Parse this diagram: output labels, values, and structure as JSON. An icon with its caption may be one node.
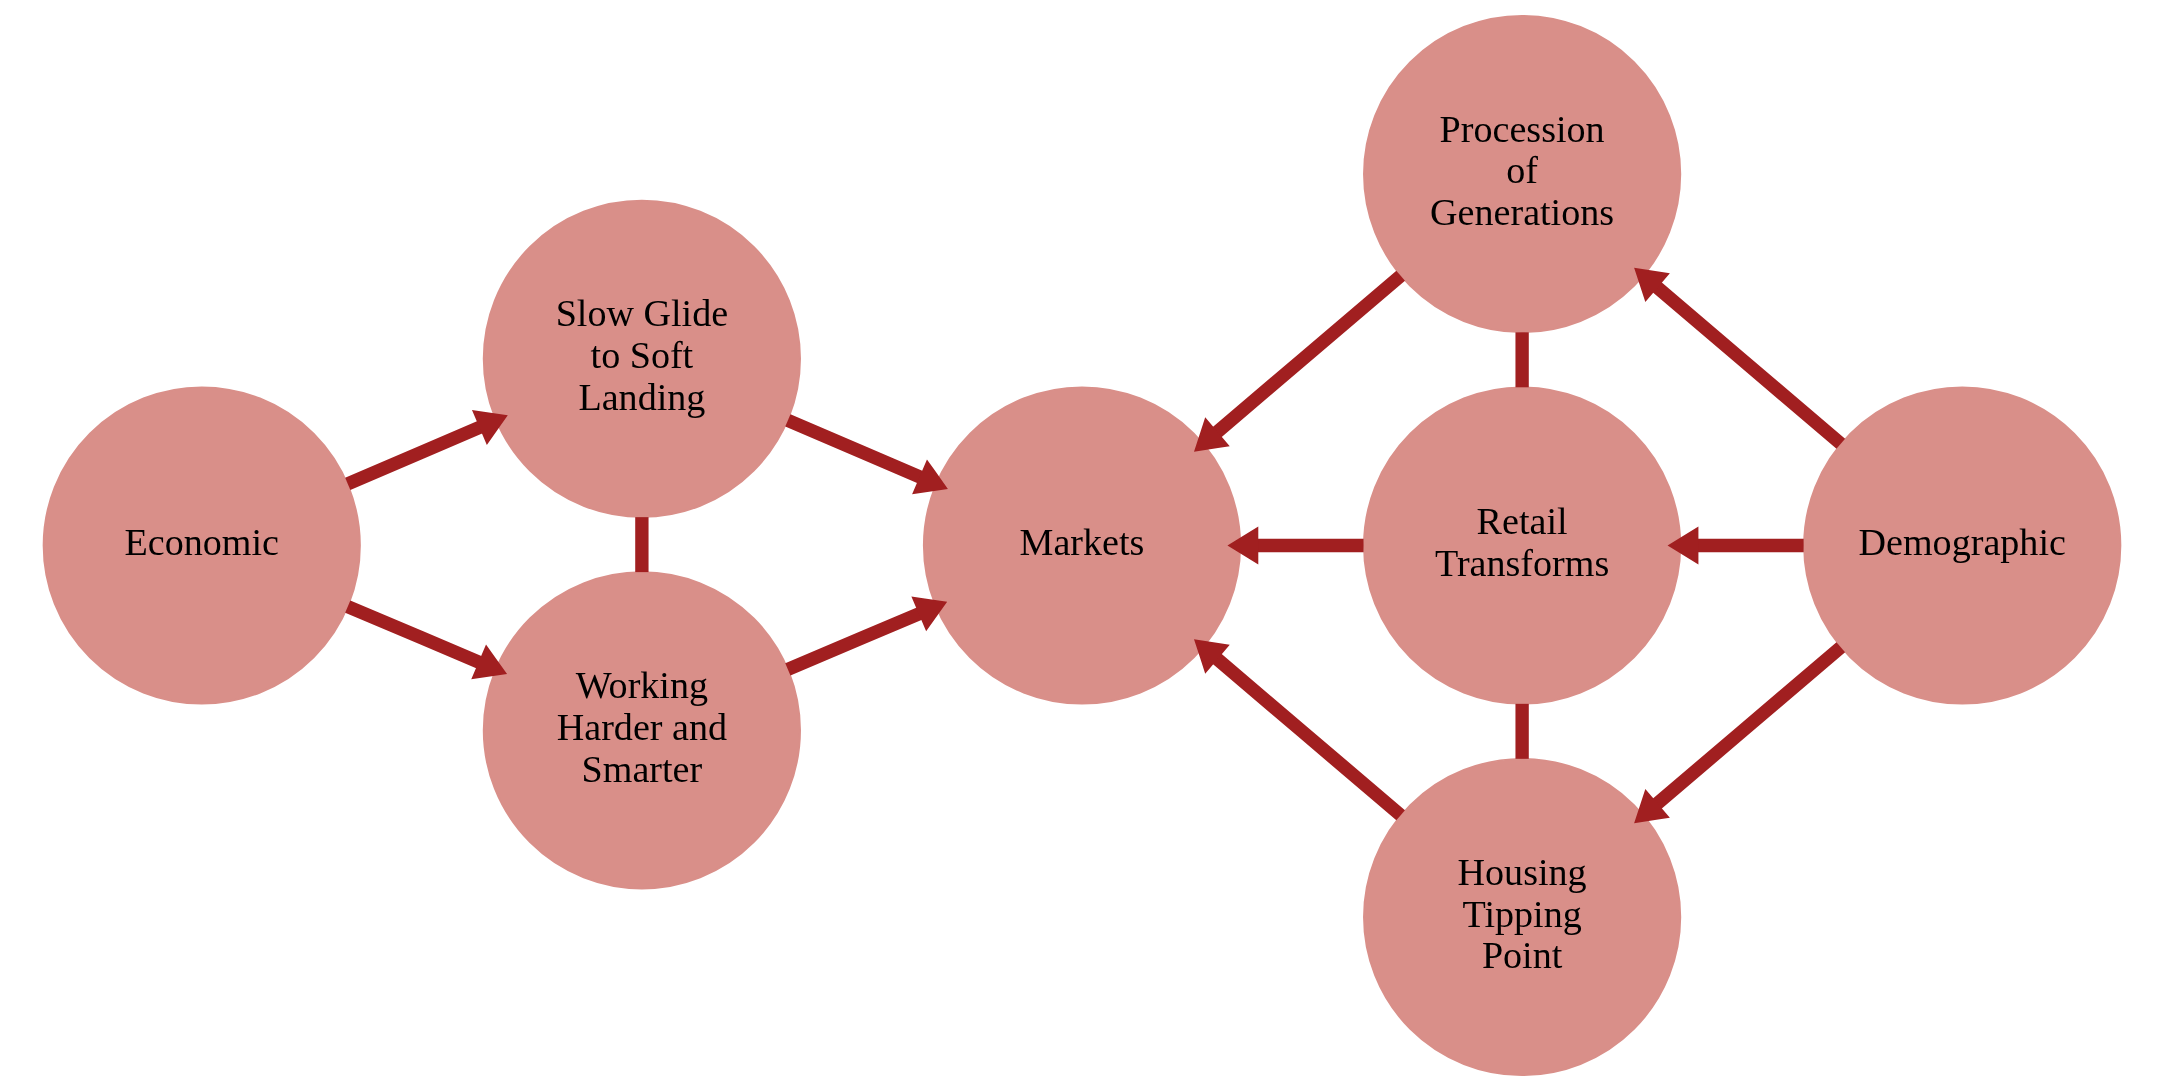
{
  "diagram": {
    "nodes": [
      {
        "text": [
          "Economic"
        ]
      },
      {
        "text": [
          "Slow Glide to Soft Landing"
        ]
      },
      {
        "text": [
          "Working Harder and Smarter"
        ]
      },
      {
        "text": [
          "Markets"
        ]
      },
      {
        "text": [
          "Procession of Generations"
        ]
      },
      {
        "text": [
          "Retail Transforms"
        ]
      },
      {
        "text": [
          "Demographic"
        ]
      },
      {
        "text": [
          "Housing Tipping Point"
        ]
      }
    ],
    "edges": [
      {
        "from": 0,
        "to": 1,
        "arrow": "to"
      },
      {
        "from": 0,
        "to": 2,
        "arrow": "to"
      },
      {
        "from": 1,
        "to": 2,
        "arrow": "none"
      },
      {
        "from": 1,
        "to": 3,
        "arrow": "to"
      },
      {
        "from": 2,
        "to": 3,
        "arrow": "to"
      },
      {
        "from": 4,
        "to": 3,
        "arrow": "to"
      },
      {
        "from": 5,
        "to": 3,
        "arrow": "to"
      },
      {
        "from": 7,
        "to": 3,
        "arrow": "to"
      },
      {
        "from": 6,
        "to": 4,
        "arrow": "to"
      },
      {
        "from": 6,
        "to": 5,
        "arrow": "to"
      },
      {
        "from": 6,
        "to": 7,
        "arrow": "to"
      },
      {
        "from": 4,
        "to": 5,
        "arrow": "none"
      },
      {
        "from": 5,
        "to": 7,
        "arrow": "none"
      }
    ]
  }
}
